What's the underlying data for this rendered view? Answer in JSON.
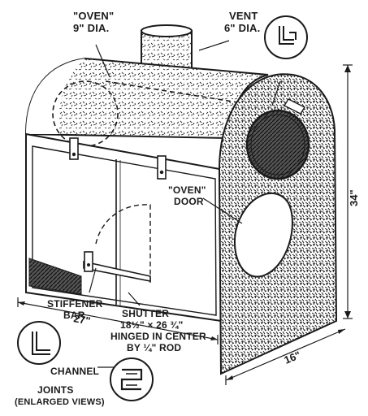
{
  "labels": {
    "oven_label": "\"OVEN\"",
    "oven_dia": "9\" DIA.",
    "vent_label": "VENT",
    "vent_dia": "6\" DIA.",
    "oven_door_1": "\"OVEN\"",
    "oven_door_2": "DOOR",
    "stiffener_1": "STIFFENER",
    "stiffener_2": "BAR",
    "shutter_1": "SHUTTER",
    "shutter_2": "18½\" × 26 ¾\"",
    "shutter_3": "HINGED IN CENTER",
    "shutter_4": "BY ¼\" ROD",
    "channel": "CHANNEL",
    "joints_1": "JOINTS",
    "joints_2": "(ENLARGED VIEWS)"
  },
  "dimensions": {
    "width": "27\"",
    "depth": "16\"",
    "height": "34\""
  },
  "colors": {
    "ink": "#1a1a1a",
    "paper": "#ffffff",
    "texture": "#2a2a2a"
  }
}
